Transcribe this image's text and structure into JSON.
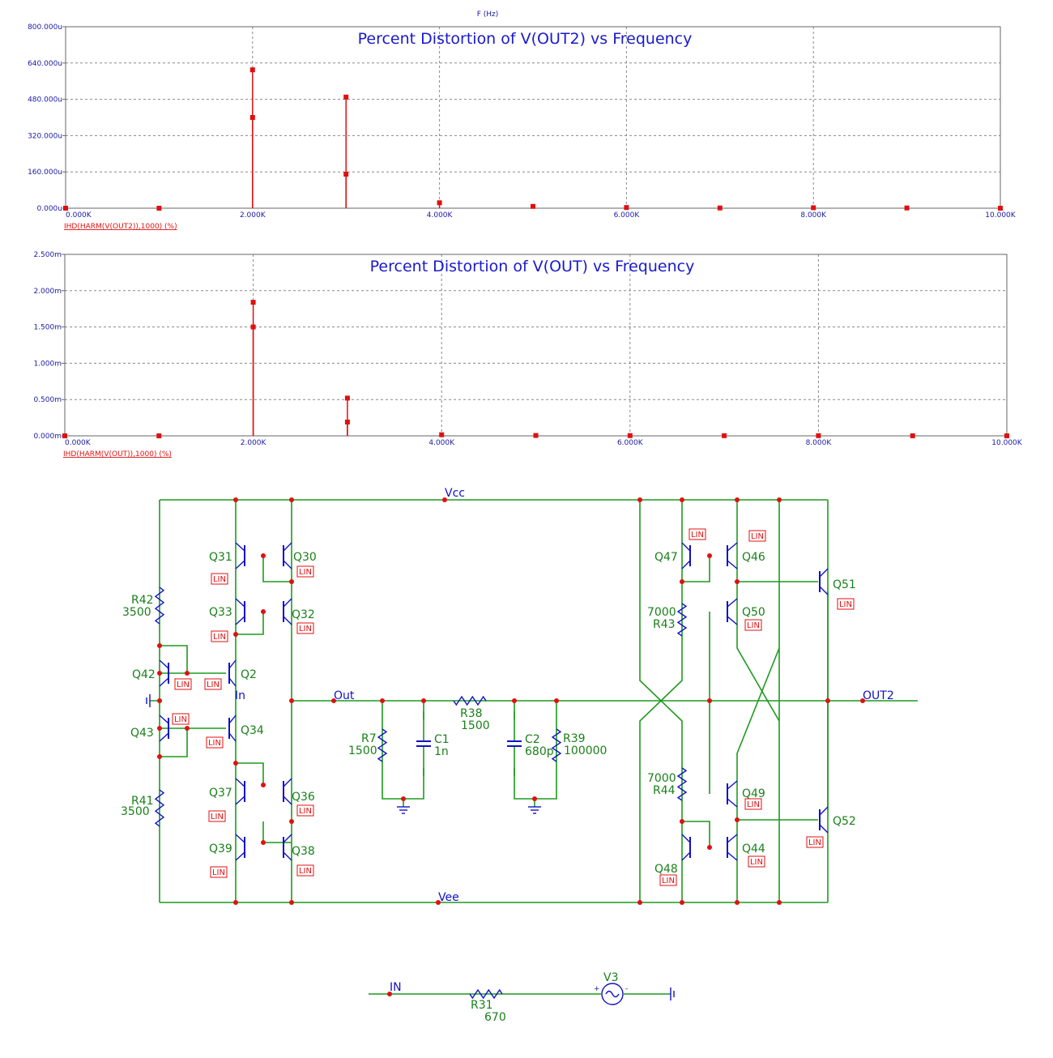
{
  "chart_data": [
    {
      "type": "stem",
      "title": "Percent Distortion of V(OUT2) vs Frequency",
      "xlabel": "F (Hz)",
      "trace_label": "IHD(HARM(V(OUT2)),1000) (%)",
      "xlim": [
        0,
        10000
      ],
      "ylim": [
        0,
        0.0008
      ],
      "xticks": [
        "0.000K",
        "2.000K",
        "4.000K",
        "6.000K",
        "8.000K",
        "10.000K"
      ],
      "yticks": [
        "0.000u",
        "160.000u",
        "320.000u",
        "480.000u",
        "640.000u",
        "800.000u"
      ],
      "grid": true,
      "color": "#e01010",
      "x": [
        0,
        1000,
        2000,
        2000,
        3000,
        3000,
        4000,
        5000,
        6000,
        7000,
        8000,
        9000,
        10000
      ],
      "y": [
        0,
        0,
        0.00061,
        0.0004,
        0.00049,
        0.00015,
        2.4e-05,
        8e-06,
        3e-06,
        1e-06,
        2e-06,
        1e-06,
        0
      ]
    },
    {
      "type": "stem",
      "title": "Percent Distortion of V(OUT) vs Frequency",
      "xlabel": "",
      "trace_label": "IHD(HARM(V(OUT)),1000) (%)",
      "xlim": [
        0,
        10000
      ],
      "ylim": [
        0,
        0.0025
      ],
      "xticks": [
        "0.000K",
        "2.000K",
        "4.000K",
        "6.000K",
        "8.000K",
        "10.000K"
      ],
      "yticks": [
        "0.000m",
        "0.500m",
        "1.000m",
        "1.500m",
        "2.000m",
        "2.500m"
      ],
      "grid": true,
      "color": "#e01010",
      "x": [
        0,
        1000,
        2000,
        2000,
        3000,
        3000,
        4000,
        5000,
        6000,
        7000,
        8000,
        9000,
        10000
      ],
      "y": [
        0,
        0,
        0.00184,
        0.0015,
        0.00052,
        0.00019,
        1.5e-05,
        5e-06,
        3e-06,
        2e-06,
        2e-06,
        1e-06,
        0
      ]
    }
  ],
  "schematic": {
    "nets": {
      "vcc": "Vcc",
      "vee": "Vee",
      "out": "Out",
      "out2": "OUT2",
      "in_net": "In",
      "in_src": "IN"
    },
    "transistors": [
      "Q31",
      "Q30",
      "Q33",
      "Q32",
      "Q42",
      "Q2",
      "Q43",
      "Q34",
      "Q37",
      "Q36",
      "Q39",
      "Q38",
      "Q47",
      "Q46",
      "Q51",
      "Q50",
      "Q49",
      "Q52",
      "Q48",
      "Q44"
    ],
    "model_tag": "LIN",
    "resistors": {
      "R42": "3500",
      "R41": "3500",
      "R7": "1500",
      "R38": "1500",
      "R39": "100000",
      "R43": "7000",
      "R44": "7000",
      "R31": "670"
    },
    "capacitors": {
      "C1": "1n",
      "C2": "680p"
    },
    "source": {
      "name": "V3",
      "plus": "+",
      "minus": "-"
    }
  }
}
